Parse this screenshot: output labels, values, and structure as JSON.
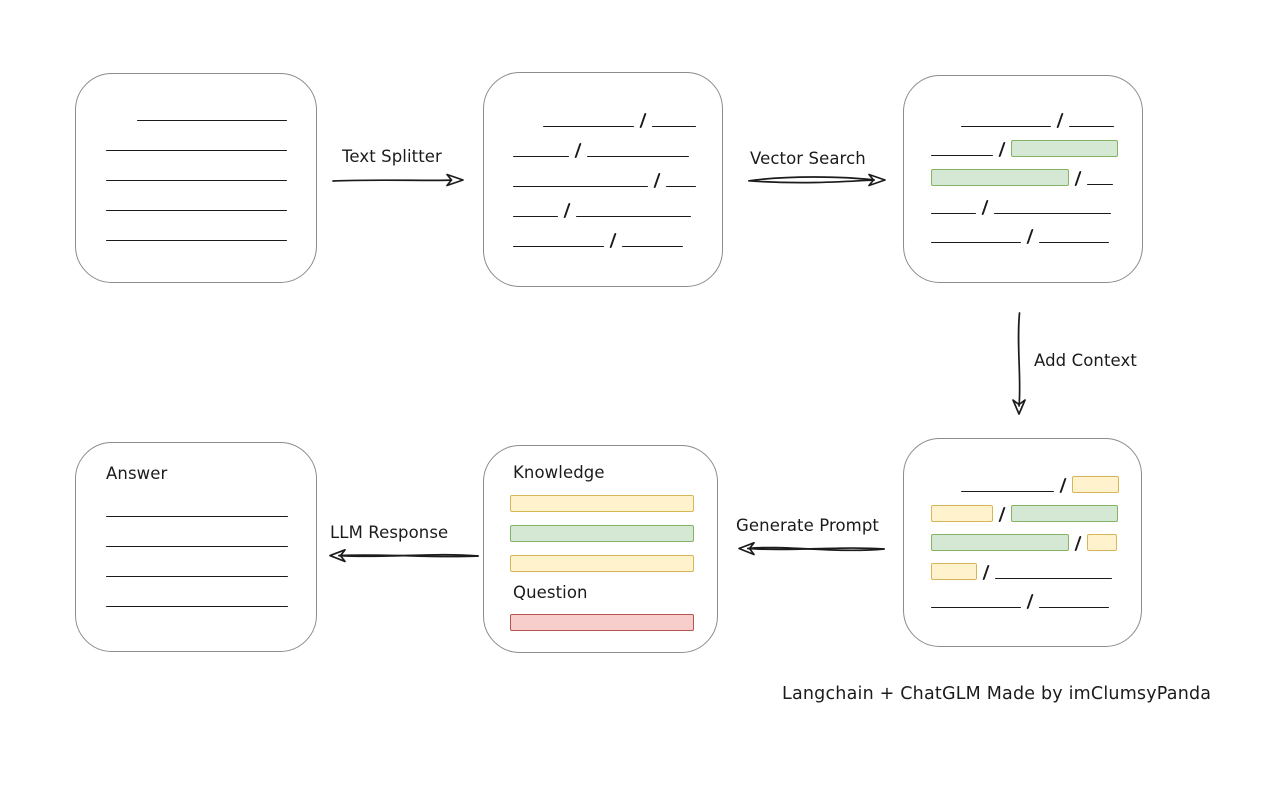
{
  "caption": "Langchain + ChatGLM Made by imClumsyPanda",
  "labels": {
    "text_splitter": "Text Splitter",
    "vector_search": "Vector Search",
    "add_context": "Add Context",
    "generate_prompt": "Generate Prompt",
    "llm_response": "LLM Response",
    "knowledge": "Knowledge",
    "question": "Question",
    "answer": "Answer"
  },
  "colors": {
    "stroke": "#1b1b1b",
    "box_border": "#8c8c8c",
    "green_fill": "#d5e8d4",
    "green_border": "#82b366",
    "yellow_fill": "#fff2cc",
    "yellow_border": "#d6b656",
    "red_fill": "#f8cecc",
    "red_border": "#b85450"
  },
  "diagram": {
    "document_box": {
      "rows": [
        {
          "ml": 61,
          "segs": [
            {
              "k": "line",
              "w": 150
            }
          ]
        },
        {
          "ml": 30,
          "segs": [
            {
              "k": "line",
              "w": 181
            }
          ]
        },
        {
          "ml": 30,
          "segs": [
            {
              "k": "line",
              "w": 181
            }
          ]
        },
        {
          "ml": 30,
          "segs": [
            {
              "k": "line",
              "w": 181
            }
          ]
        },
        {
          "ml": 30,
          "segs": [
            {
              "k": "line",
              "w": 181
            }
          ]
        }
      ]
    },
    "chunks_box": {
      "rows": [
        {
          "ml": 59,
          "segs": [
            {
              "k": "line",
              "w": 91
            },
            {
              "k": "line",
              "w": 44
            }
          ]
        },
        {
          "ml": 29,
          "segs": [
            {
              "k": "line",
              "w": 56
            },
            {
              "k": "line",
              "w": 102
            }
          ]
        },
        {
          "ml": 29,
          "segs": [
            {
              "k": "line",
              "w": 135
            },
            {
              "k": "line",
              "w": 30
            }
          ]
        },
        {
          "ml": 29,
          "segs": [
            {
              "k": "line",
              "w": 45
            },
            {
              "k": "line",
              "w": 115
            }
          ]
        },
        {
          "ml": 29,
          "segs": [
            {
              "k": "line",
              "w": 91
            },
            {
              "k": "line",
              "w": 61
            }
          ]
        }
      ]
    },
    "vectors_box": {
      "rows": [
        {
          "ml": 57,
          "segs": [
            {
              "k": "line",
              "w": 90
            },
            {
              "k": "line",
              "w": 45
            }
          ]
        },
        {
          "ml": 27,
          "segs": [
            {
              "k": "line",
              "w": 62
            },
            {
              "k": "g",
              "w": 107
            }
          ]
        },
        {
          "ml": 27,
          "segs": [
            {
              "k": "g",
              "w": 138
            },
            {
              "k": "line",
              "w": 26
            }
          ]
        },
        {
          "ml": 27,
          "segs": [
            {
              "k": "line",
              "w": 45
            },
            {
              "k": "line",
              "w": 117
            }
          ]
        },
        {
          "ml": 27,
          "segs": [
            {
              "k": "line",
              "w": 90
            },
            {
              "k": "line",
              "w": 70
            }
          ]
        }
      ]
    },
    "context_box": {
      "rows": [
        {
          "ml": 57,
          "segs": [
            {
              "k": "line",
              "w": 93
            },
            {
              "k": "y",
              "w": 47
            }
          ]
        },
        {
          "ml": 27,
          "segs": [
            {
              "k": "y",
              "w": 62
            },
            {
              "k": "g",
              "w": 107
            }
          ]
        },
        {
          "ml": 27,
          "segs": [
            {
              "k": "g",
              "w": 138
            },
            {
              "k": "y",
              "w": 30
            }
          ]
        },
        {
          "ml": 27,
          "segs": [
            {
              "k": "y",
              "w": 46
            },
            {
              "k": "line",
              "w": 117
            }
          ]
        },
        {
          "ml": 27,
          "segs": [
            {
              "k": "line",
              "w": 90
            },
            {
              "k": "line",
              "w": 70
            }
          ]
        }
      ]
    },
    "prompt_box": {
      "knowledge_bars": [
        {
          "ml": 26,
          "segs": [
            {
              "k": "y",
              "w": 184
            }
          ]
        },
        {
          "ml": 26,
          "segs": [
            {
              "k": "g",
              "w": 184
            }
          ]
        },
        {
          "ml": 26,
          "segs": [
            {
              "k": "y",
              "w": 184
            }
          ]
        }
      ],
      "question_bar": [
        {
          "ml": 26,
          "segs": [
            {
              "k": "r",
              "w": 184
            }
          ]
        }
      ]
    },
    "answer_box": {
      "rows": [
        {
          "ml": 30,
          "segs": [
            {
              "k": "line",
              "w": 182
            }
          ]
        },
        {
          "ml": 30,
          "segs": [
            {
              "k": "line",
              "w": 182
            }
          ]
        },
        {
          "ml": 30,
          "segs": [
            {
              "k": "line",
              "w": 182
            }
          ]
        },
        {
          "ml": 30,
          "segs": [
            {
              "k": "line",
              "w": 182
            }
          ]
        }
      ]
    }
  }
}
